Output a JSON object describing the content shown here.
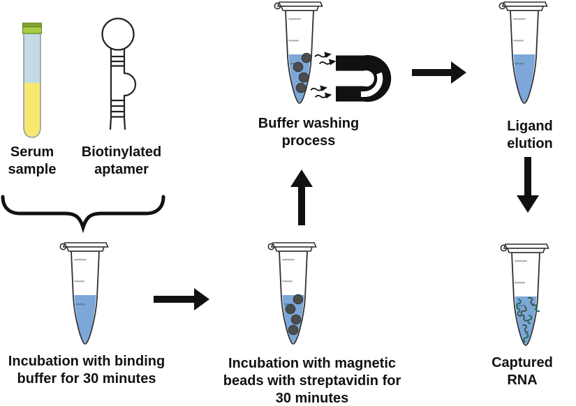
{
  "colors": {
    "ink-black": "#111111",
    "outline-dark": "#2e2e2e",
    "liquid-blue": "#7da7d9",
    "mark-gray": "#b8b8b8",
    "mark-blue": "#6286ad",
    "bead-gray": "#4c4c4c",
    "serum-yellow": "#f8e871",
    "plasma-blue": "#c4dbe4",
    "cap-green": "#a9cc45",
    "cap-green-dark": "#7fa42e",
    "rna-teal": "#2d6a5f",
    "rna-dark": "#44584e"
  },
  "materials": {
    "serum": {
      "label": "Serum\nsample"
    },
    "aptamer": {
      "label": "Biotinylated\naptamer"
    }
  },
  "steps": {
    "binding": {
      "label": "Incubation with binding\nbuffer for 30 minutes"
    },
    "magnetic_beads": {
      "label": "Incubation with magnetic\nbeads with streptavidin for\n30 minutes"
    },
    "washing": {
      "label": "Buffer washing\nprocess"
    },
    "elution": {
      "label": "Ligand elution"
    },
    "captured_rna": {
      "label": "Captured RNA"
    }
  },
  "icons": {
    "serum-tube-icon": "test tube, green cap, yellow serum under pale plasma",
    "aptamer-icon": "hairpin aptamer with loop, stem rungs and side bulge",
    "grouping-brace": "curly brace combining serum and aptamer",
    "eppendorf-tube-icon": "microcentrifuge tube with blue buffer",
    "magnetic-beads": "dark beads suspended in buffer",
    "magnet-icon": "black horseshoe magnet, opening left",
    "magnetic-attraction-arrows": "small wavy arrows toward magnet",
    "flow-arrow": "black block arrow",
    "captured-rna": "small RNA helices in buffer"
  }
}
